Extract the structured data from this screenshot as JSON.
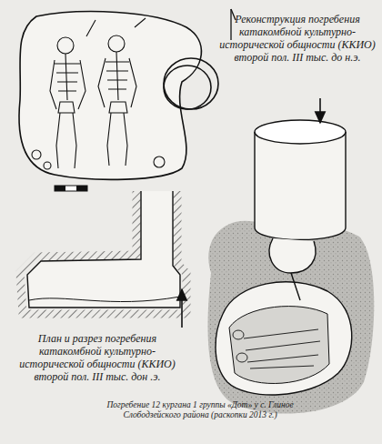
{
  "diagram": {
    "caption": "Погребение 12 кургана 1 группы «Дот» у с. Глиное Слободзейского района (раскопки 2013 г.)",
    "labels": [
      "Реконструкция погребения катакомбной культурно-исторической общности (ККИО) второй пол. III тыс. до н.э.",
      "План и разрез погребения катакомбной культурно-исторической общности (ККИО) второй пол. III тыс. дон .э."
    ]
  }
}
